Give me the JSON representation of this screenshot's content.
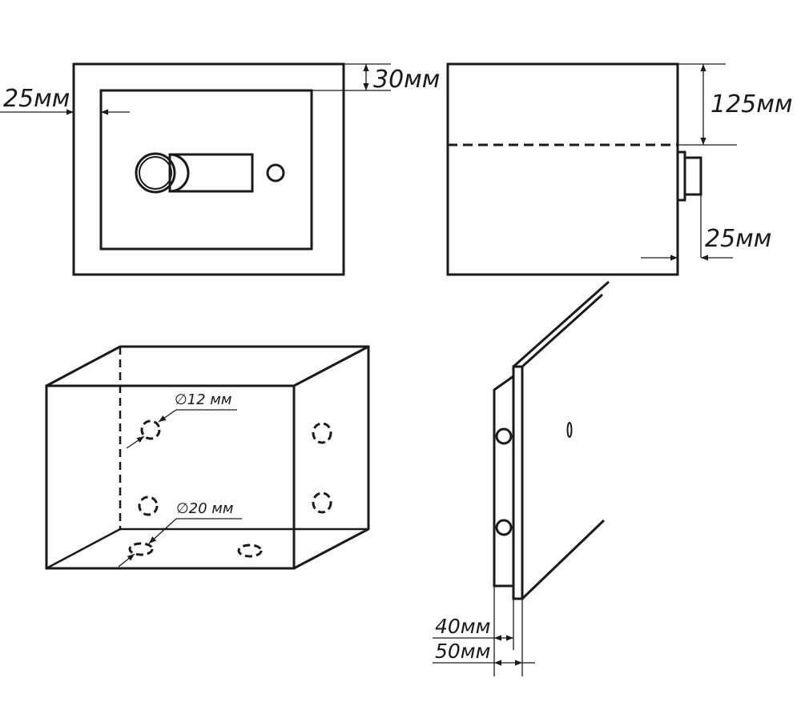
{
  "front_view": {
    "dim_side": "25мм",
    "dim_top": "30мм"
  },
  "side_view": {
    "dim_top": "125мм",
    "dim_bottom": "25мм"
  },
  "box_view": {
    "hole_back": "∅12 мм",
    "hole_bottom": "∅20 мм"
  },
  "door_view": {
    "dim_inner": "40мм",
    "dim_outer": "50мм"
  }
}
